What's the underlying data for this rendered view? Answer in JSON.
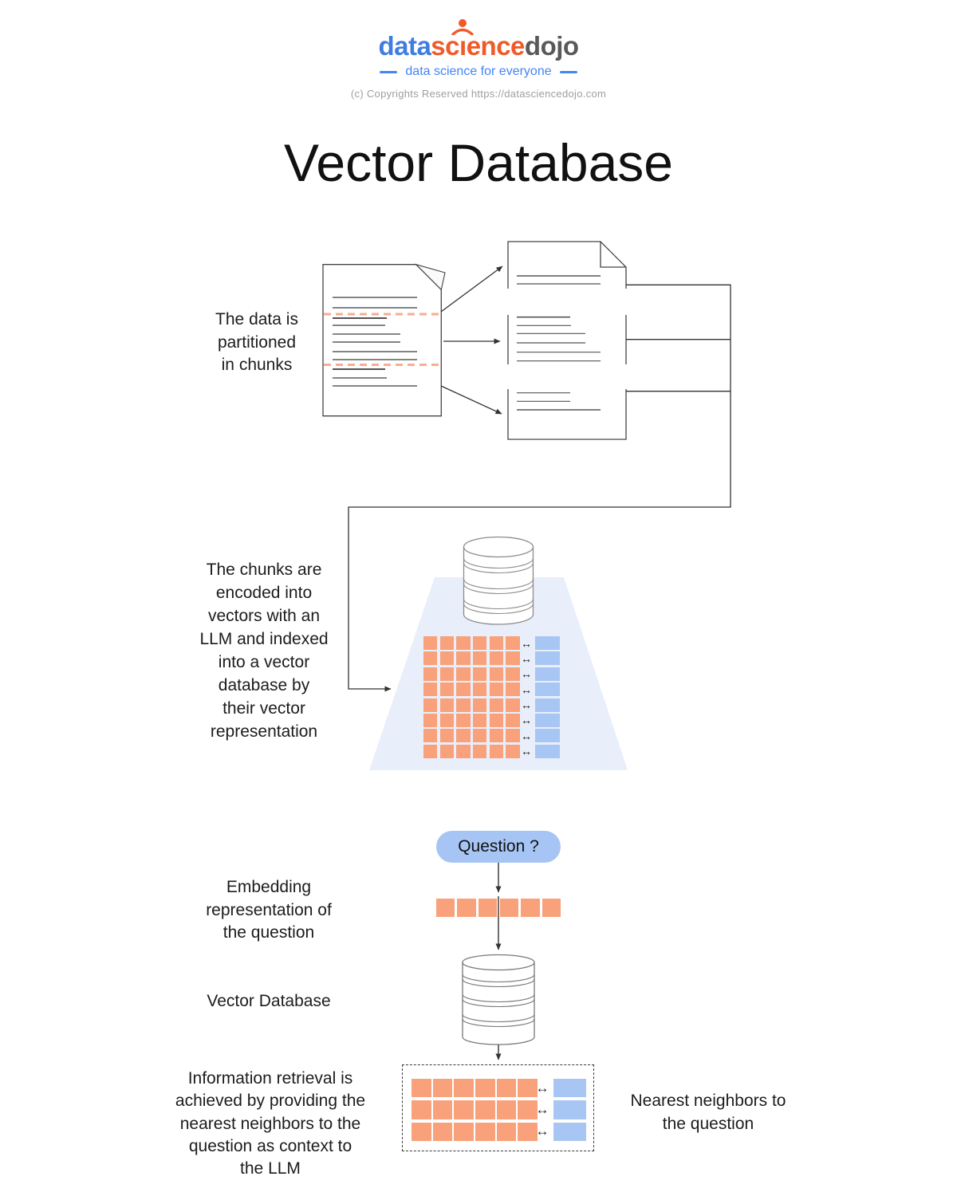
{
  "header": {
    "logo": {
      "word1": "data",
      "word2_pre": "sc",
      "word2_i": "ı",
      "word2_post": "ence",
      "word3": "dojo"
    },
    "tagline": "data science for everyone",
    "copyright": "(c) Copyrights Reserved  https://datasciencedojo.com"
  },
  "title": "Vector Database",
  "labels": {
    "partition": "The data is\npartitioned\nin chunks",
    "encoding": "The chunks are\nencoded into\nvectors with an\nLLM and indexed\ninto a vector\ndatabase by\ntheir vector\nrepresentation",
    "question": "Question ?",
    "embedding": "Embedding\nrepresentation of\nthe question",
    "vector_db": "Vector Database",
    "retrieval": "Information retrieval is\nachieved by providing the\nnearest neighbors to the\nquestion as context to\nthe LLM",
    "neighbors": "Nearest neighbors to\nthe question"
  },
  "glyphs": {
    "link_arrow": "↔"
  },
  "grids": {
    "index_matrix": {
      "rows": 8,
      "cols": 6
    },
    "index_neighbors": {
      "rows": 8,
      "cols": 1
    },
    "index_links": {
      "count": 8
    },
    "query_vector": {
      "rows": 1,
      "cols": 6
    },
    "result_matrix": {
      "rows": 3,
      "cols": 6
    },
    "result_neighbors": {
      "rows": 3,
      "cols": 1
    },
    "result_links": {
      "count": 3
    }
  },
  "colors": {
    "vector_orange": "#F9A17A",
    "neighbor_blue": "#A8C6F3",
    "trapezoid_fill": "#E9EEFB",
    "partition_dash": "#F7AD90",
    "pill_blue": "#A6C5F4",
    "logo_blue": "#3F7DE0",
    "logo_orange": "#F05A28",
    "logo_gray": "#58595B",
    "tagline_blue": "#4285F4"
  }
}
